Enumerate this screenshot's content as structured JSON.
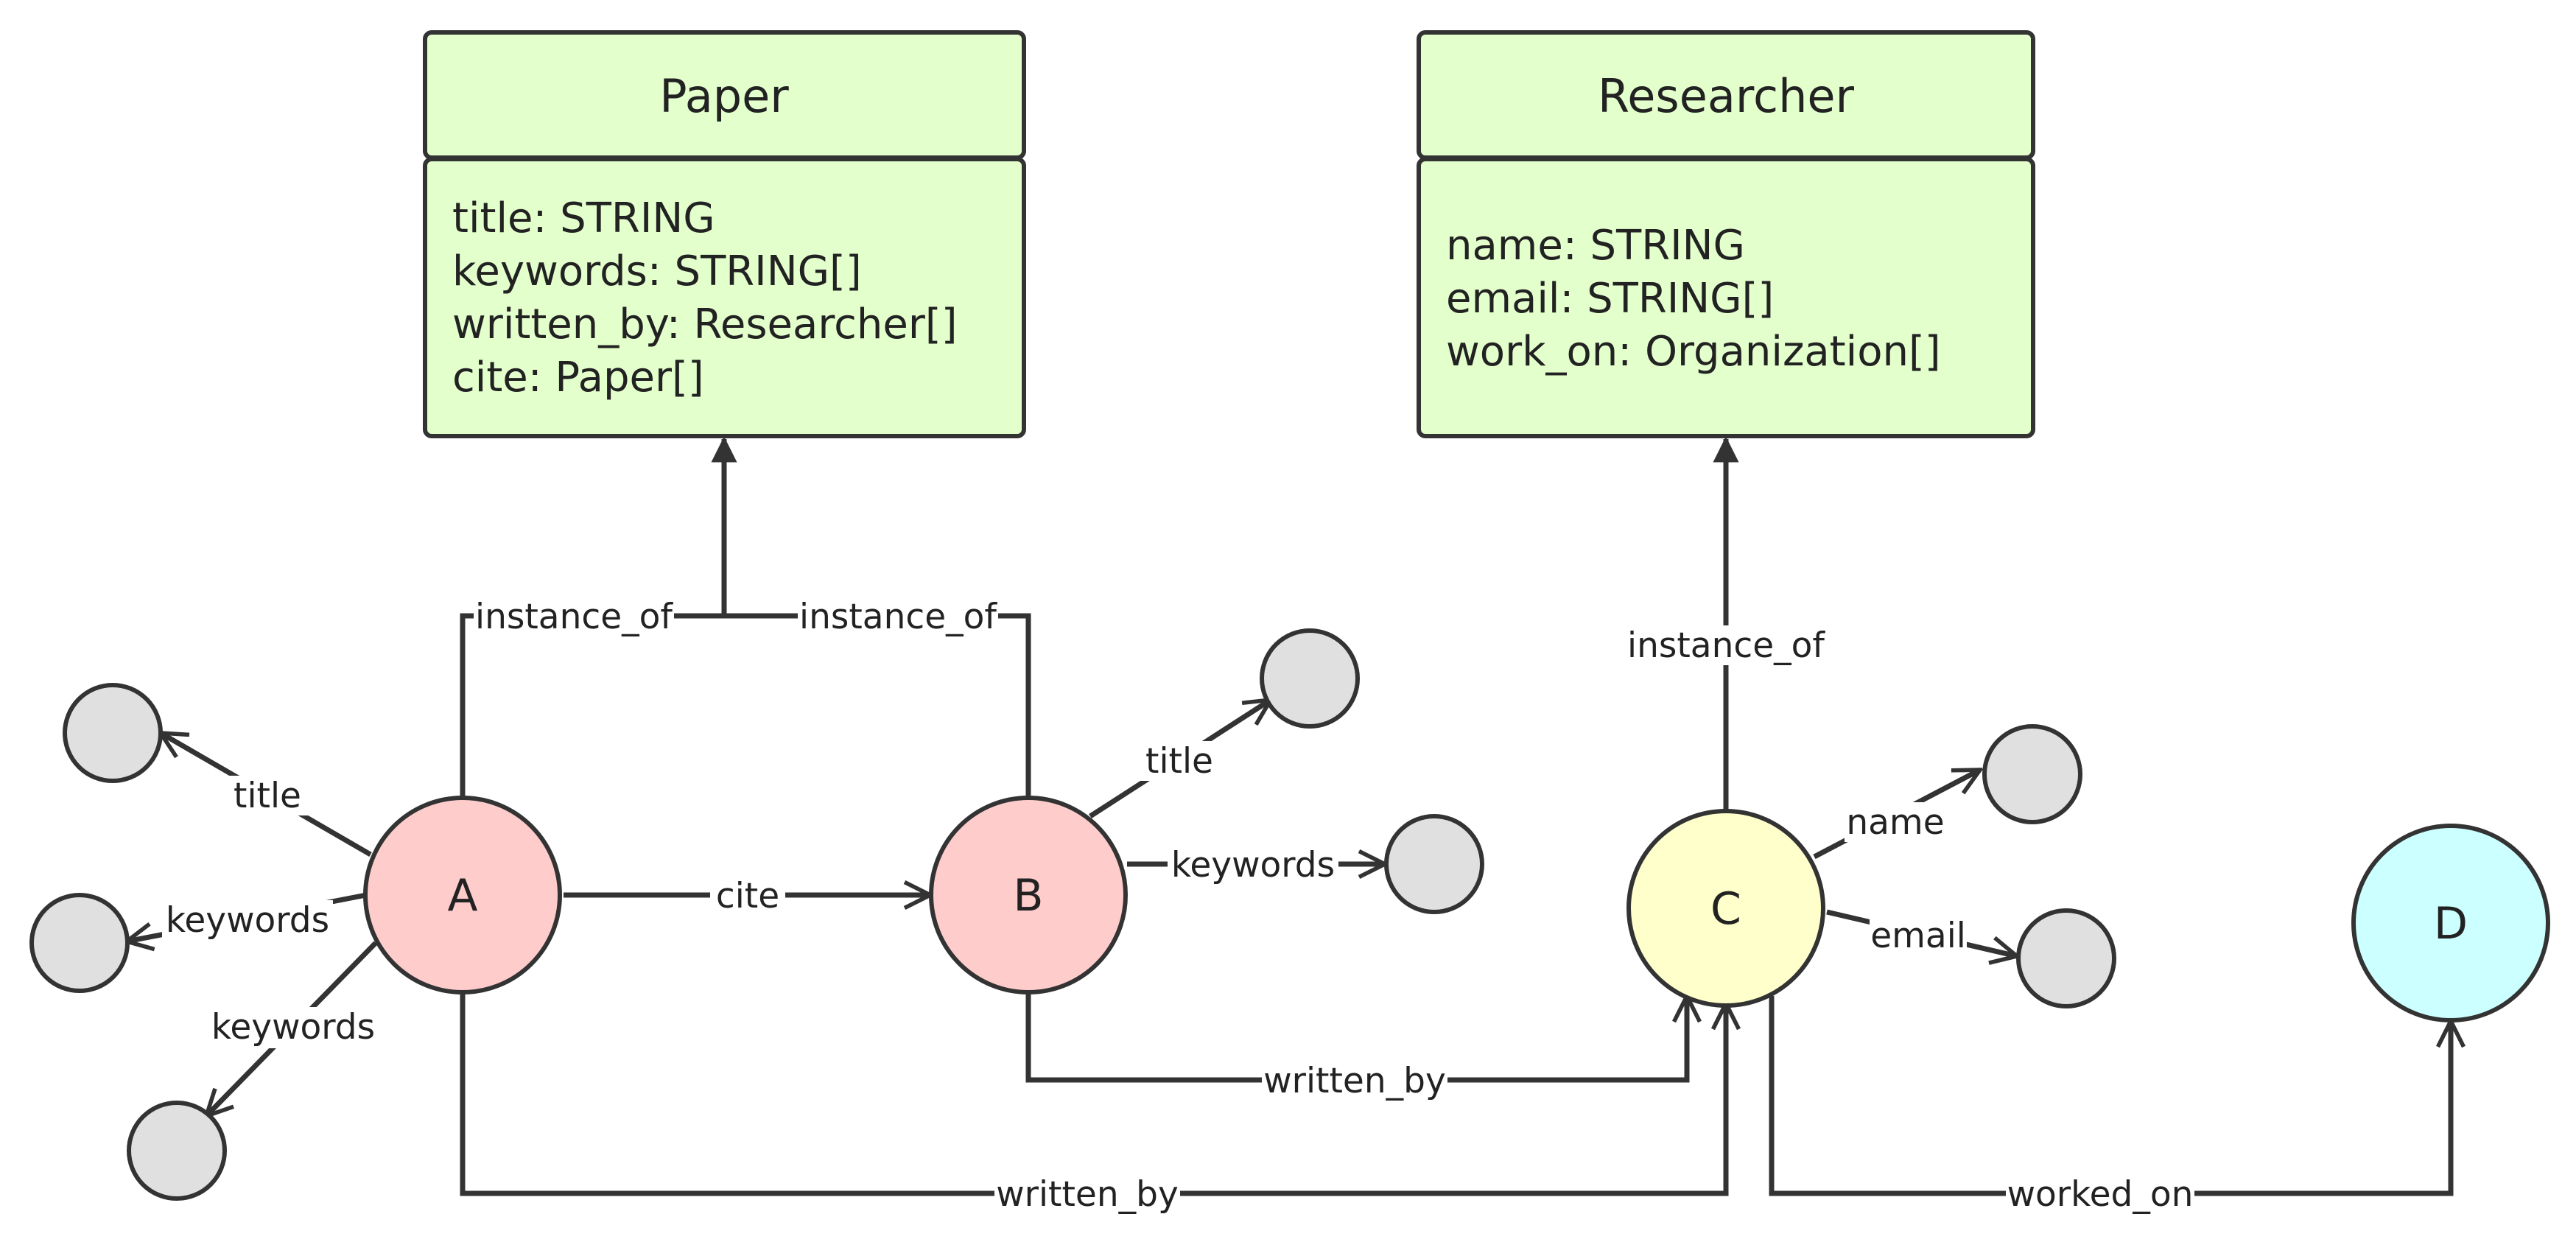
{
  "classes": {
    "paper": {
      "title": "Paper",
      "attributes": [
        "title: STRING",
        "keywords: STRING[]",
        "written_by: Researcher[]",
        "cite: Paper[]"
      ]
    },
    "researcher": {
      "title": "Researcher",
      "attributes": [
        "name: STRING",
        "email: STRING[]",
        "work_on: Organization[]"
      ]
    }
  },
  "nodes": {
    "a": "A",
    "b": "B",
    "c": "C",
    "d": "D"
  },
  "edges": {
    "a_instance_of": "instance_of",
    "b_instance_of": "instance_of",
    "c_instance_of": "instance_of",
    "a_title": "title",
    "a_keywords_1": "keywords",
    "a_keywords_2": "keywords",
    "a_cite_b": "cite",
    "b_title": "title",
    "b_keywords": "keywords",
    "b_written_by": "written_by",
    "a_written_by": "written_by",
    "c_name": "name",
    "c_email": "email",
    "c_worked_on": "worked_on"
  },
  "colors": {
    "class_fill": "#e3ffcc",
    "paper_node": "#ffcccc",
    "researcher_node": "#ffffcc",
    "organization_node": "#ccffff",
    "value_node": "#e0e0e0",
    "stroke": "#333333"
  }
}
